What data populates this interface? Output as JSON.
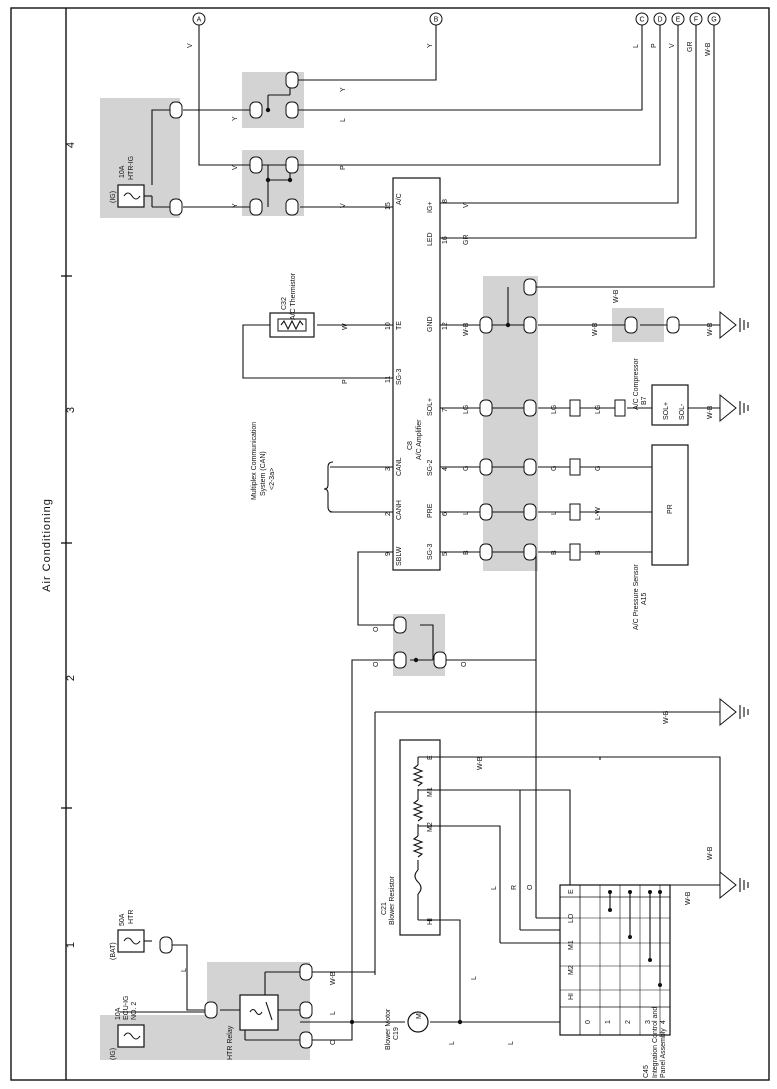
{
  "page": {
    "title": "Air Conditioning",
    "border_numbers": [
      "1",
      "2",
      "3",
      "4"
    ]
  },
  "edge_terminals": [
    "A",
    "B",
    "C",
    "D",
    "E",
    "F",
    "G"
  ],
  "edge_wire_colors": [
    "V",
    "Y",
    "L",
    "P",
    "V",
    "GR",
    "W-B"
  ],
  "fuses": [
    {
      "id": "fuse-htr-ig",
      "source": "(IG)",
      "rating": "10A",
      "name": "HTR-IG"
    },
    {
      "id": "fuse-htr",
      "source": "(BAT)",
      "rating": "50A",
      "name": "HTR"
    },
    {
      "id": "fuse-ecu-ig",
      "source": "(IG)",
      "rating": "10A",
      "name": "ECU-IG",
      "name2": "NO. 2"
    }
  ],
  "components": {
    "ac_amplifier": {
      "code": "C8",
      "name": "A/C Amplifier",
      "pins_left": [
        "IG+",
        "LED",
        "GND",
        "SOL+",
        "SG-2",
        "PRE",
        "SG-3"
      ],
      "pins_right": [
        "A/C",
        "TE",
        "SG-3",
        "CANL",
        "CANH",
        "SBLW"
      ],
      "nums_left": [
        "8",
        "16",
        "12",
        "7",
        "4",
        "6",
        "5"
      ],
      "nums_right": [
        "15",
        "10",
        "11",
        "3",
        "2",
        "9"
      ]
    },
    "thermistor": {
      "code": "C32",
      "name": "A/C Thermistor"
    },
    "compressor": {
      "code": "B7",
      "name": "A/C Compressor",
      "pin_a": "SOL+",
      "pin_b": "SOL-"
    },
    "pressure_sensor": {
      "code": "A15",
      "name": "A/C Pressure Sensor",
      "pin": "PR"
    },
    "blower_resistor": {
      "code": "C21",
      "name": "Blower Resistor",
      "pins": [
        "E",
        "M1",
        "M2",
        "HI"
      ]
    },
    "blower_motor": {
      "code": "C19",
      "name": "Blower Motor",
      "symbol": "M"
    },
    "htr_relay": {
      "name": "HTR Relay"
    },
    "panel": {
      "code": "C45",
      "name": "Integration Control and",
      "name2": "Panel Assembly",
      "rows": [
        "HI",
        "M2",
        "M1",
        "LO",
        "E"
      ],
      "cols": [
        "0",
        "1",
        "2",
        "3",
        "4"
      ]
    },
    "multiplex": {
      "label1": "Multiplex Communication",
      "label2": "System (CAN)",
      "label3": "<2-3a>"
    }
  },
  "wire_colors": {
    "v": "V",
    "y": "Y",
    "p": "P",
    "l": "L",
    "w": "W",
    "lg": "LG",
    "g": "G",
    "lw": "L-W",
    "b": "B",
    "o": "O",
    "wb": "W-B",
    "r": "R",
    "gr": "GR"
  }
}
